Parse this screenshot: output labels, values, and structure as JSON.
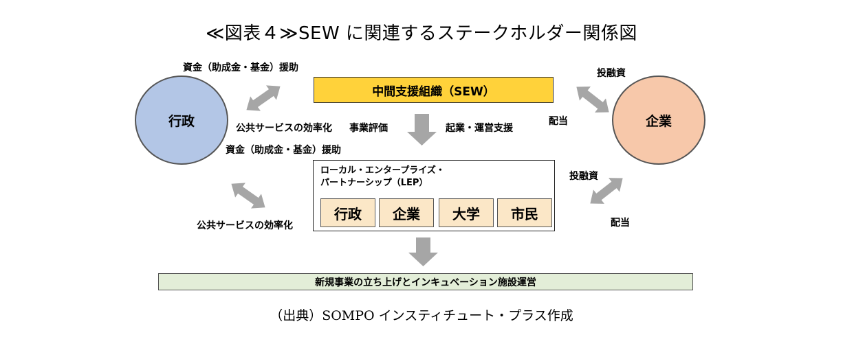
{
  "title": "≪図表４≫SEW に関連するステークホルダー関係図",
  "nodes": {
    "gov_circle": "行政",
    "corp_circle": "企業",
    "sew": "中間支援組織（SEW）",
    "lep_title_line1": "ローカル・エンタープライズ・",
    "lep_title_line2": "パートナーシップ（LEP）",
    "lep_members": [
      "行政",
      "企業",
      "大学",
      "市民"
    ],
    "bottom": "新規事業の立ち上げとインキュベーション施設運営"
  },
  "labels": {
    "gov_to_sew_top": "資金（助成金・基金）援助",
    "sew_to_gov": "公共サービスの効率化",
    "evaluation": "事業評価",
    "gov_to_lep_top": "資金（助成金・基金）援助",
    "lep_to_gov": "公共サービスの効率化",
    "sew_to_lep": "起業・運営支援",
    "corp_investment_top": "投融資",
    "corp_dividend_top": "配当",
    "corp_investment_bottom": "投融資",
    "corp_dividend_bottom": "配当"
  },
  "source": "（出典）SOMPO インスティチュート・プラス作成",
  "colors": {
    "gov": "#b3c6e6",
    "corp": "#f7c8aa",
    "sew": "#ffd23a",
    "lep_member": "#fbe7c7",
    "bottom": "#e3eed8",
    "arrow": "#a6a6a6"
  }
}
